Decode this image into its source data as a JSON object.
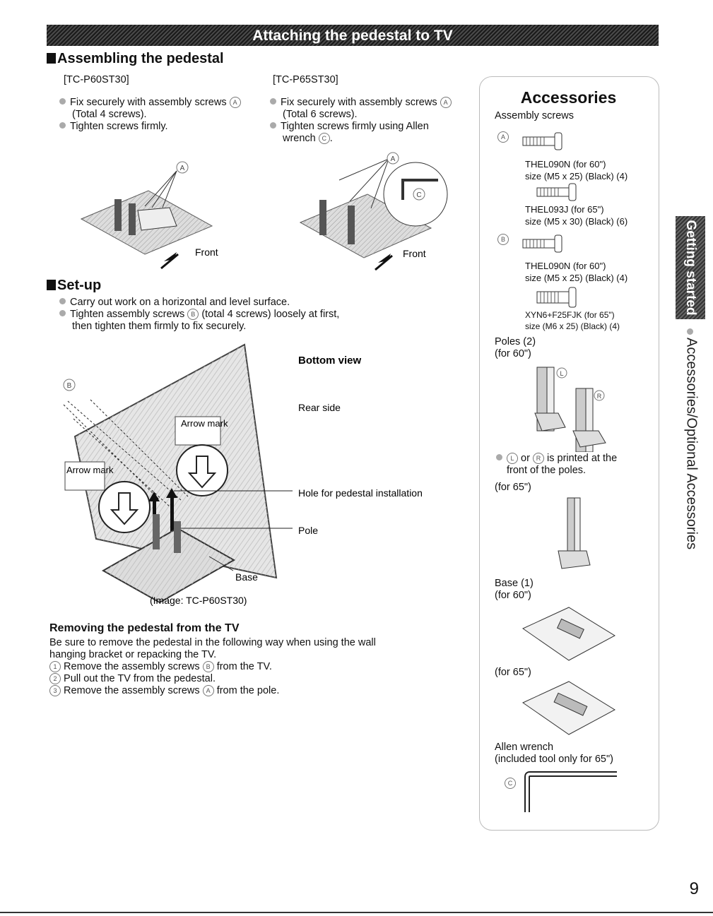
{
  "banner": "Attaching the pedestal to TV",
  "assembling": {
    "heading": "Assembling the pedestal",
    "left": {
      "model": "[TC-P60ST30]",
      "b1": "Fix securely with assembly screws",
      "b1_tag": "A",
      "b1_cont": "(Total 4 screws).",
      "b2": "Tighten screws firmly.",
      "front": "Front",
      "callout": "A"
    },
    "right": {
      "model": "[TC-P65ST30]",
      "b1": "Fix securely with assembly screws",
      "b1_tag": "A",
      "b1_cont": "(Total 6 screws).",
      "b2": "Tighten screws firmly using Allen",
      "b2_cont": "wrench",
      "b2_tag": "C",
      "front": "Front",
      "callout_a": "A",
      "callout_c": "C"
    }
  },
  "setup": {
    "heading": "Set-up",
    "b1": "Carry out work on a horizontal and level surface.",
    "b2": "Tighten assembly screws",
    "b2_tag": "B",
    "b2_rest": "(total 4 screws) loosely at first,",
    "b2_cont": "then tighten them firmly to fix securely.",
    "labels": {
      "bottom_view": "Bottom view",
      "rear_side": "Rear side",
      "hole": "Hole for pedestal installation",
      "pole": "Pole",
      "base": "Base",
      "arrow_mark": "Arrow mark",
      "tag_b": "B"
    },
    "caption": "(Image: TC-P60ST30)"
  },
  "removing": {
    "heading": "Removing the pedestal from the TV",
    "intro1": "Be sure to remove the pedestal in the following way when using the wall",
    "intro2": "hanging bracket or repacking the TV.",
    "steps": [
      {
        "n": "1",
        "pre": "Remove the assembly screws",
        "tag": "B",
        "post": "from the TV."
      },
      {
        "n": "2",
        "pre": "Pull out the TV from the pedestal.",
        "tag": "",
        "post": ""
      },
      {
        "n": "3",
        "pre": "Remove the assembly screws",
        "tag": "A",
        "post": "from the pole."
      }
    ]
  },
  "accessories": {
    "title": "Accessories",
    "assembly_screws": "Assembly screws",
    "screwA": {
      "tag": "A",
      "l1": "THEL090N (for 60\")",
      "l2": "size (M5 x 25) (Black) (4)",
      "l3": "THEL093J (for 65\")",
      "l4": "size (M5 x 30) (Black) (6)"
    },
    "screwB": {
      "tag": "B",
      "l1": "THEL090N (for 60\")",
      "l2": "size (M5 x 25) (Black) (4)",
      "l3": "XYN6+F25FJK (for 65\")",
      "l4": "size (M6 x 25) (Black) (4)"
    },
    "poles": "Poles (2)",
    "for60": "(for 60\")",
    "for65": "(for 65\")",
    "pole_l": "L",
    "pole_r": "R",
    "pole_note_a": "or",
    "pole_note_b": "is printed at the",
    "pole_note_c": "front of the poles.",
    "base": "Base (1)",
    "base_for60": "(for 60\")",
    "base_for65": "(for 65\")",
    "allen": "Allen wrench",
    "allen_note": "(included tool only for 65\")",
    "allen_tag": "C"
  },
  "side": {
    "tab": "Getting started",
    "text": "Accessories/Optional Accessories"
  },
  "page_number": "9"
}
